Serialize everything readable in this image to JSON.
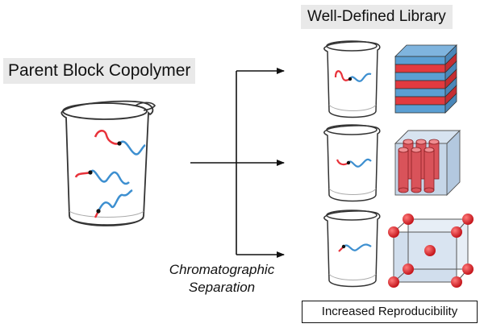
{
  "labels": {
    "parent": "Parent Block Copolymer",
    "library": "Well-Defined Library",
    "separation_line1": "Chromatographic",
    "separation_line2": "Separation",
    "reproducibility": "Increased Reproducibility"
  },
  "colors": {
    "red_block": "#e8323a",
    "blue_block": "#3d8fd0",
    "lamellae_blue": "#5b9fd3",
    "lamellae_red": "#e23a3f",
    "cylinder_red": "#d9535a",
    "sphere_red": "#e0282d",
    "cube_fill": "#bfd1e6",
    "outline": "#333333"
  },
  "morphologies": [
    "lamellae",
    "cylinders",
    "spheres"
  ]
}
